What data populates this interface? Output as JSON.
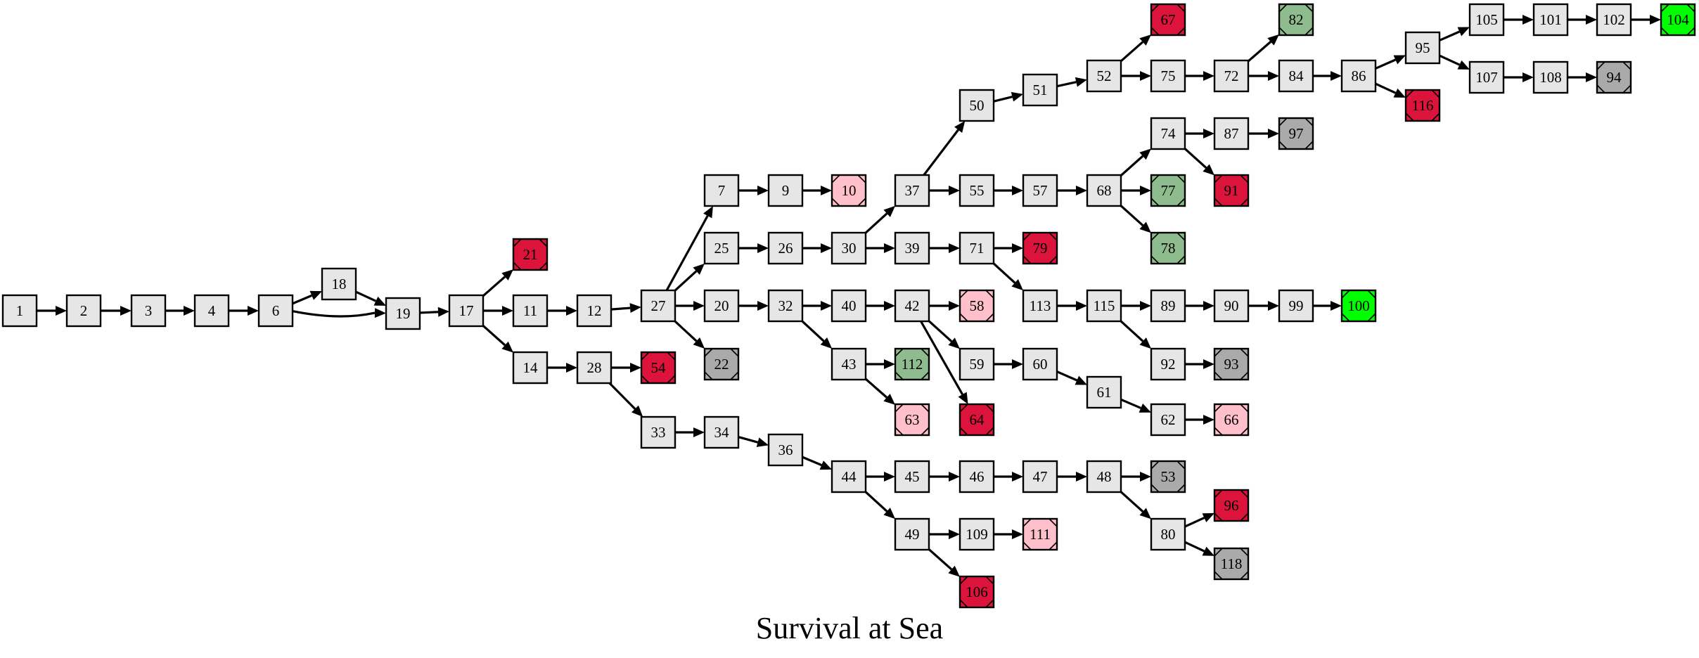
{
  "title": "Survival at Sea",
  "colors": {
    "normal": "#e6e6e6",
    "death": "#dc143c",
    "bad": "#ffc0cb",
    "neutral": "#aaaaaa",
    "good": "#8fbc8f",
    "best": "#00ff00"
  },
  "nodes": [
    {
      "id": "1",
      "type": "normal"
    },
    {
      "id": "2",
      "type": "normal"
    },
    {
      "id": "3",
      "type": "normal"
    },
    {
      "id": "4",
      "type": "normal"
    },
    {
      "id": "6",
      "type": "normal"
    },
    {
      "id": "18",
      "type": "normal"
    },
    {
      "id": "19",
      "type": "normal"
    },
    {
      "id": "17",
      "type": "normal"
    },
    {
      "id": "21",
      "type": "death"
    },
    {
      "id": "11",
      "type": "normal"
    },
    {
      "id": "14",
      "type": "normal"
    },
    {
      "id": "12",
      "type": "normal"
    },
    {
      "id": "28",
      "type": "normal"
    },
    {
      "id": "54",
      "type": "death"
    },
    {
      "id": "27",
      "type": "normal"
    },
    {
      "id": "33",
      "type": "normal"
    },
    {
      "id": "7",
      "type": "normal"
    },
    {
      "id": "25",
      "type": "normal"
    },
    {
      "id": "20",
      "type": "normal"
    },
    {
      "id": "22",
      "type": "neutral"
    },
    {
      "id": "34",
      "type": "normal"
    },
    {
      "id": "9",
      "type": "normal"
    },
    {
      "id": "26",
      "type": "normal"
    },
    {
      "id": "32",
      "type": "normal"
    },
    {
      "id": "36",
      "type": "normal"
    },
    {
      "id": "10",
      "type": "bad"
    },
    {
      "id": "30",
      "type": "normal"
    },
    {
      "id": "40",
      "type": "normal"
    },
    {
      "id": "43",
      "type": "normal"
    },
    {
      "id": "44",
      "type": "normal"
    },
    {
      "id": "37",
      "type": "normal"
    },
    {
      "id": "39",
      "type": "normal"
    },
    {
      "id": "42",
      "type": "normal"
    },
    {
      "id": "112",
      "type": "good"
    },
    {
      "id": "63",
      "type": "bad"
    },
    {
      "id": "45",
      "type": "normal"
    },
    {
      "id": "49",
      "type": "normal"
    },
    {
      "id": "50",
      "type": "normal"
    },
    {
      "id": "55",
      "type": "normal"
    },
    {
      "id": "71",
      "type": "normal"
    },
    {
      "id": "58",
      "type": "bad"
    },
    {
      "id": "59",
      "type": "normal"
    },
    {
      "id": "64",
      "type": "death"
    },
    {
      "id": "46",
      "type": "normal"
    },
    {
      "id": "109",
      "type": "normal"
    },
    {
      "id": "106",
      "type": "death"
    },
    {
      "id": "51",
      "type": "normal"
    },
    {
      "id": "57",
      "type": "normal"
    },
    {
      "id": "79",
      "type": "death"
    },
    {
      "id": "113",
      "type": "normal"
    },
    {
      "id": "60",
      "type": "normal"
    },
    {
      "id": "47",
      "type": "normal"
    },
    {
      "id": "111",
      "type": "bad"
    },
    {
      "id": "52",
      "type": "normal"
    },
    {
      "id": "68",
      "type": "normal"
    },
    {
      "id": "115",
      "type": "normal"
    },
    {
      "id": "61",
      "type": "normal"
    },
    {
      "id": "48",
      "type": "normal"
    },
    {
      "id": "67",
      "type": "death"
    },
    {
      "id": "75",
      "type": "normal"
    },
    {
      "id": "74",
      "type": "normal"
    },
    {
      "id": "77",
      "type": "good"
    },
    {
      "id": "78",
      "type": "good"
    },
    {
      "id": "89",
      "type": "normal"
    },
    {
      "id": "92",
      "type": "normal"
    },
    {
      "id": "62",
      "type": "normal"
    },
    {
      "id": "53",
      "type": "neutral"
    },
    {
      "id": "80",
      "type": "normal"
    },
    {
      "id": "72",
      "type": "normal"
    },
    {
      "id": "87",
      "type": "normal"
    },
    {
      "id": "91",
      "type": "death"
    },
    {
      "id": "90",
      "type": "normal"
    },
    {
      "id": "93",
      "type": "neutral"
    },
    {
      "id": "66",
      "type": "bad"
    },
    {
      "id": "96",
      "type": "death"
    },
    {
      "id": "118",
      "type": "neutral"
    },
    {
      "id": "82",
      "type": "good"
    },
    {
      "id": "84",
      "type": "normal"
    },
    {
      "id": "97",
      "type": "neutral"
    },
    {
      "id": "99",
      "type": "normal"
    },
    {
      "id": "86",
      "type": "normal"
    },
    {
      "id": "100",
      "type": "best"
    },
    {
      "id": "95",
      "type": "normal"
    },
    {
      "id": "116",
      "type": "death"
    },
    {
      "id": "105",
      "type": "normal"
    },
    {
      "id": "107",
      "type": "normal"
    },
    {
      "id": "101",
      "type": "normal"
    },
    {
      "id": "108",
      "type": "normal"
    },
    {
      "id": "102",
      "type": "normal"
    },
    {
      "id": "94",
      "type": "neutral"
    },
    {
      "id": "104",
      "type": "best"
    }
  ],
  "edges": [
    [
      "1",
      "2"
    ],
    [
      "2",
      "3"
    ],
    [
      "3",
      "4"
    ],
    [
      "4",
      "6"
    ],
    [
      "6",
      "18"
    ],
    [
      "6",
      "19"
    ],
    [
      "18",
      "19"
    ],
    [
      "19",
      "17"
    ],
    [
      "17",
      "21"
    ],
    [
      "17",
      "11"
    ],
    [
      "17",
      "14"
    ],
    [
      "11",
      "12"
    ],
    [
      "12",
      "27"
    ],
    [
      "14",
      "28"
    ],
    [
      "28",
      "54"
    ],
    [
      "28",
      "33"
    ],
    [
      "27",
      "7"
    ],
    [
      "27",
      "25"
    ],
    [
      "27",
      "20"
    ],
    [
      "27",
      "22"
    ],
    [
      "33",
      "34"
    ],
    [
      "34",
      "36"
    ],
    [
      "7",
      "9"
    ],
    [
      "9",
      "10"
    ],
    [
      "25",
      "26"
    ],
    [
      "26",
      "30"
    ],
    [
      "20",
      "32"
    ],
    [
      "32",
      "40"
    ],
    [
      "32",
      "43"
    ],
    [
      "36",
      "44"
    ],
    [
      "30",
      "37"
    ],
    [
      "30",
      "39"
    ],
    [
      "40",
      "42"
    ],
    [
      "43",
      "112"
    ],
    [
      "43",
      "63"
    ],
    [
      "44",
      "45"
    ],
    [
      "44",
      "49"
    ],
    [
      "37",
      "50"
    ],
    [
      "37",
      "55"
    ],
    [
      "39",
      "71"
    ],
    [
      "42",
      "58"
    ],
    [
      "42",
      "59"
    ],
    [
      "42",
      "64"
    ],
    [
      "45",
      "46"
    ],
    [
      "49",
      "109"
    ],
    [
      "49",
      "106"
    ],
    [
      "50",
      "51"
    ],
    [
      "55",
      "57"
    ],
    [
      "71",
      "79"
    ],
    [
      "71",
      "113"
    ],
    [
      "59",
      "60"
    ],
    [
      "46",
      "47"
    ],
    [
      "109",
      "111"
    ],
    [
      "51",
      "52"
    ],
    [
      "57",
      "68"
    ],
    [
      "113",
      "115"
    ],
    [
      "60",
      "61"
    ],
    [
      "47",
      "48"
    ],
    [
      "52",
      "67"
    ],
    [
      "52",
      "75"
    ],
    [
      "68",
      "74"
    ],
    [
      "68",
      "77"
    ],
    [
      "68",
      "78"
    ],
    [
      "115",
      "89"
    ],
    [
      "115",
      "92"
    ],
    [
      "61",
      "62"
    ],
    [
      "48",
      "53"
    ],
    [
      "48",
      "80"
    ],
    [
      "75",
      "72"
    ],
    [
      "74",
      "87"
    ],
    [
      "74",
      "91"
    ],
    [
      "89",
      "90"
    ],
    [
      "92",
      "93"
    ],
    [
      "62",
      "66"
    ],
    [
      "80",
      "96"
    ],
    [
      "80",
      "118"
    ],
    [
      "72",
      "82"
    ],
    [
      "72",
      "84"
    ],
    [
      "87",
      "97"
    ],
    [
      "90",
      "99"
    ],
    [
      "84",
      "86"
    ],
    [
      "99",
      "100"
    ],
    [
      "86",
      "95"
    ],
    [
      "86",
      "116"
    ],
    [
      "95",
      "105"
    ],
    [
      "95",
      "107"
    ],
    [
      "105",
      "101"
    ],
    [
      "107",
      "108"
    ],
    [
      "101",
      "102"
    ],
    [
      "108",
      "94"
    ],
    [
      "102",
      "104"
    ]
  ]
}
